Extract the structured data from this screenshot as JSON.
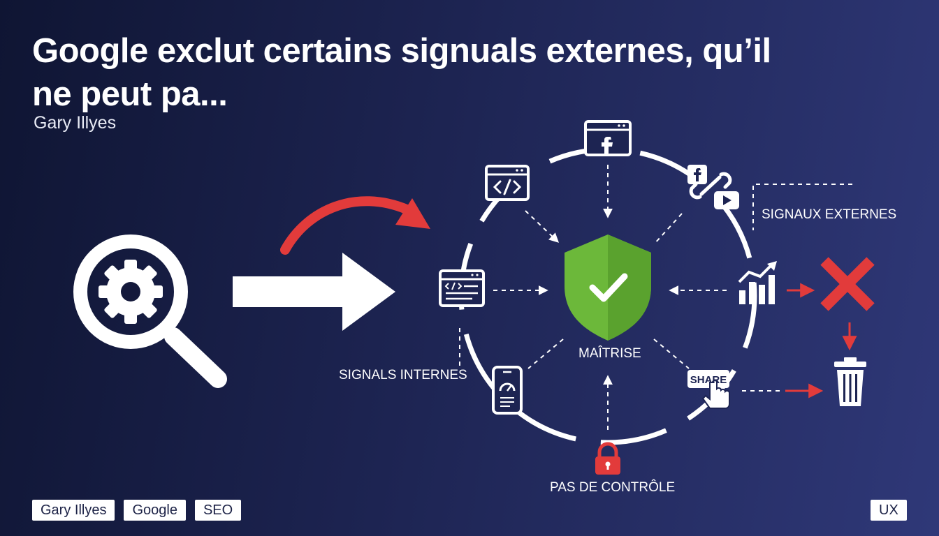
{
  "header": {
    "title": "Google exclut certains signuals externes, qu’il ne peut pa...",
    "author": "Gary Illyes"
  },
  "diagram": {
    "labels": {
      "internal": "SIGNALS INTERNES",
      "external": "SIGNAUX EXTERNES",
      "center": "MAÎTRISE",
      "bottom": "PAS DE CONTRÔLE",
      "share_button": "SHARE"
    },
    "icons": [
      "magnifier-gear-icon",
      "curved-arrow-icon",
      "right-arrow-icon",
      "facebook-window-icon",
      "code-window-icon",
      "code-document-icon",
      "shield-check-icon",
      "link-social-icon",
      "chart-icon",
      "mobile-speed-icon",
      "lock-icon",
      "share-hand-icon",
      "x-mark-icon",
      "trash-icon"
    ],
    "colors": {
      "accent_red": "#e23b3b",
      "shield_green": "#6cb83a",
      "background_dark": "#0f1533",
      "background_light": "#2f3878"
    }
  },
  "tags": [
    "Gary Illyes",
    "Google",
    "SEO"
  ],
  "tag_right": "UX"
}
